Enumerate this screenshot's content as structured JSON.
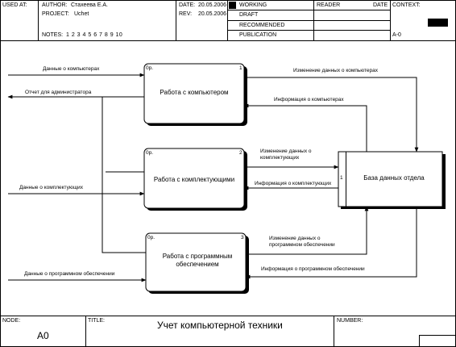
{
  "header": {
    "used_at": "USED AT:",
    "author_label": "AUTHOR:",
    "author": "Стахеева Е.А.",
    "project_label": "PROJECT:",
    "project": "Uchet",
    "notes_label": "NOTES:",
    "notes": "1  2  3  4  5  6  7  8  9  10",
    "date_label": "DATE:",
    "date": "20.05.2006",
    "rev_label": "REV:",
    "rev": "20.05.2006",
    "status": [
      "WORKING",
      "DRAFT",
      "RECOMMENDED",
      "PUBLICATION"
    ],
    "reader_label": "READER",
    "reader_date_label": "DATE",
    "context_label": "CONTEXT:",
    "context_node": "A-0"
  },
  "boxes": [
    {
      "code": "0р.",
      "num": "1",
      "title": "Работа с компьютером"
    },
    {
      "code": "0р.",
      "num": "2",
      "title": "Работа с комплектующими"
    },
    {
      "code": "0р.",
      "num": "3",
      "title": "Работа с программным обеспечением"
    }
  ],
  "store": {
    "num": "1",
    "title": "База данных отдела"
  },
  "arrows": {
    "in_computers": "Данные о компьютерах",
    "out_admin": "Отчет для администратора",
    "change_computers": "Изменение данных о компьютерах",
    "info_computers": "Информация о компьютерах",
    "change_parts": "Изменение данных о комплектующих",
    "info_parts": "Информация о комплектующих",
    "in_parts": "Данные о комплектующих",
    "change_soft": "Изменение данных о программном обеспечении",
    "info_soft": "Информация о программном обеспечении",
    "in_soft": "Данные о программном обеспечении"
  },
  "footer": {
    "node_label": "NODE:",
    "node": "A0",
    "title_label": "TITLE:",
    "title": "Учет компьютерной техники",
    "number_label": "NUMBER:"
  }
}
